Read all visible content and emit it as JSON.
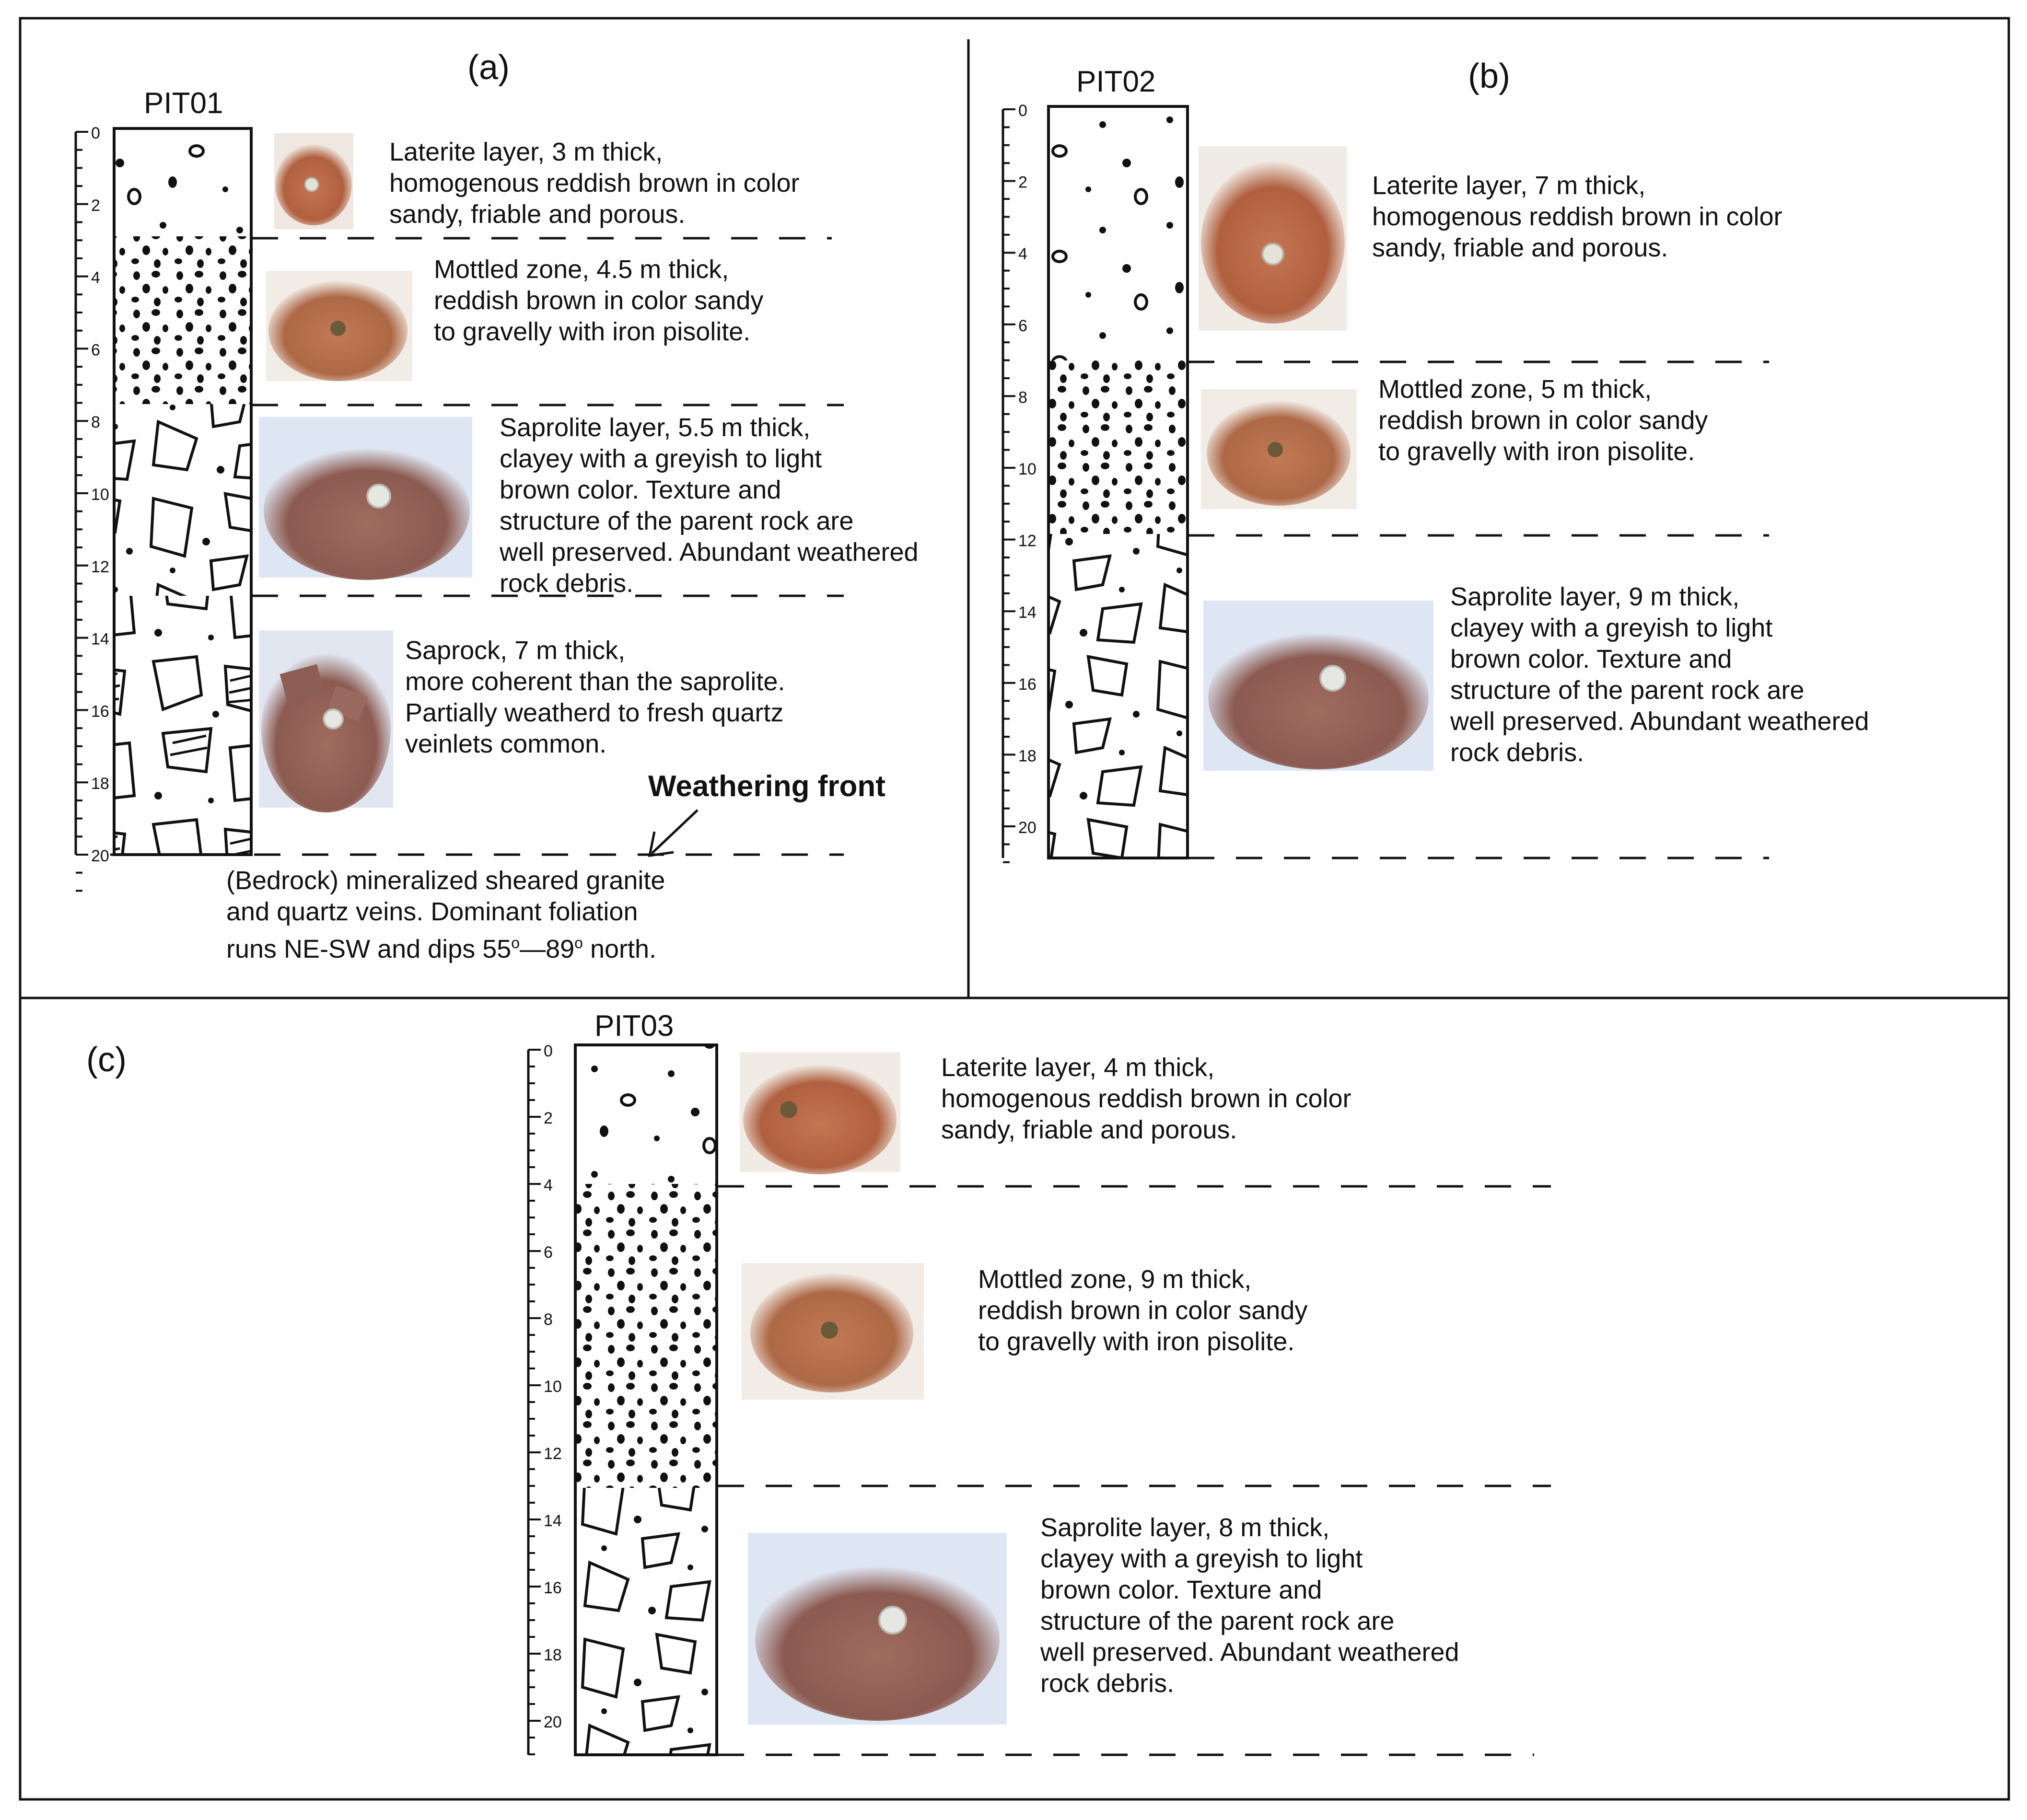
{
  "panels": {
    "a": {
      "label": "(a)",
      "pit_name": "PIT01",
      "depth_ticks": [
        "0",
        "2",
        "4",
        "6",
        "8",
        "10",
        "12",
        "14",
        "16",
        "18",
        "20"
      ],
      "layers": [
        {
          "type": "laterite",
          "lines": [
            "Laterite layer, 3 m thick,",
            "homogenous reddish brown in color",
            "sandy, friable and porous."
          ]
        },
        {
          "type": "mottled",
          "lines": [
            "Mottled zone, 4.5 m thick,",
            "reddish brown in color sandy",
            "to gravelly with iron pisolite."
          ]
        },
        {
          "type": "saprolite",
          "lines": [
            "Saprolite layer, 5.5 m thick,",
            "clayey with a greyish to light",
            "brown color. Texture and",
            "structure of the parent rock are",
            "well preserved. Abundant weathered",
            "rock debris."
          ]
        },
        {
          "type": "saprock",
          "lines": [
            "Saprock, 7 m thick,",
            "more coherent than the saprolite.",
            "Partially weatherd to fresh quartz",
            "veinlets  common."
          ]
        }
      ],
      "weathering_front": "Weathering front",
      "bedrock": {
        "line1": "(Bedrock) mineralized sheared granite",
        "line2": "and quartz veins. Dominant foliation",
        "line3_before": "runs NE-SW and dips 55",
        "line3_sup1": "o",
        "line3_mid": "—89",
        "line3_sup2": "o",
        "line3_after": " north."
      }
    },
    "b": {
      "label": "(b)",
      "pit_name": "PIT02",
      "depth_ticks": [
        "0",
        "2",
        "4",
        "6",
        "8",
        "10",
        "12",
        "14",
        "16",
        "18",
        "20"
      ],
      "layers": [
        {
          "type": "laterite",
          "lines": [
            "Laterite layer, 7 m thick,",
            "homogenous reddish brown in color",
            "sandy, friable and porous."
          ]
        },
        {
          "type": "mottled",
          "lines": [
            "Mottled zone, 5 m thick,",
            "reddish brown in color sandy",
            "to gravelly with iron pisolite."
          ]
        },
        {
          "type": "saprolite",
          "lines": [
            "Saprolite layer, 9 m thick,",
            "clayey with a greyish to light",
            "brown color. Texture and",
            "structure of the parent rock are",
            "well preserved. Abundant weathered",
            "rock debris."
          ]
        }
      ]
    },
    "c": {
      "label": "(c)",
      "pit_name": "PIT03",
      "depth_ticks": [
        "0",
        "2",
        "4",
        "6",
        "8",
        "10",
        "12",
        "14",
        "16",
        "18",
        "20"
      ],
      "layers": [
        {
          "type": "laterite",
          "lines": [
            "Laterite layer, 4 m thick,",
            "homogenous reddish brown in color",
            "sandy, friable and porous."
          ]
        },
        {
          "type": "mottled",
          "lines": [
            "Mottled zone, 9 m thick,",
            "reddish brown in color sandy",
            "to gravelly with iron pisolite."
          ]
        },
        {
          "type": "saprolite",
          "lines": [
            "Saprolite layer, 8 m thick,",
            "clayey with a greyish to light",
            "brown color. Texture and",
            "structure of the parent rock are",
            "well preserved. Abundant weathered",
            "rock debris."
          ]
        }
      ]
    }
  },
  "colors": {
    "laterite_sample": "#b8694a",
    "mottled_sample": "#b9704d",
    "saprolite_sample": "#9a6459",
    "photo_background": "#dfe6f3",
    "line": "#111111"
  }
}
